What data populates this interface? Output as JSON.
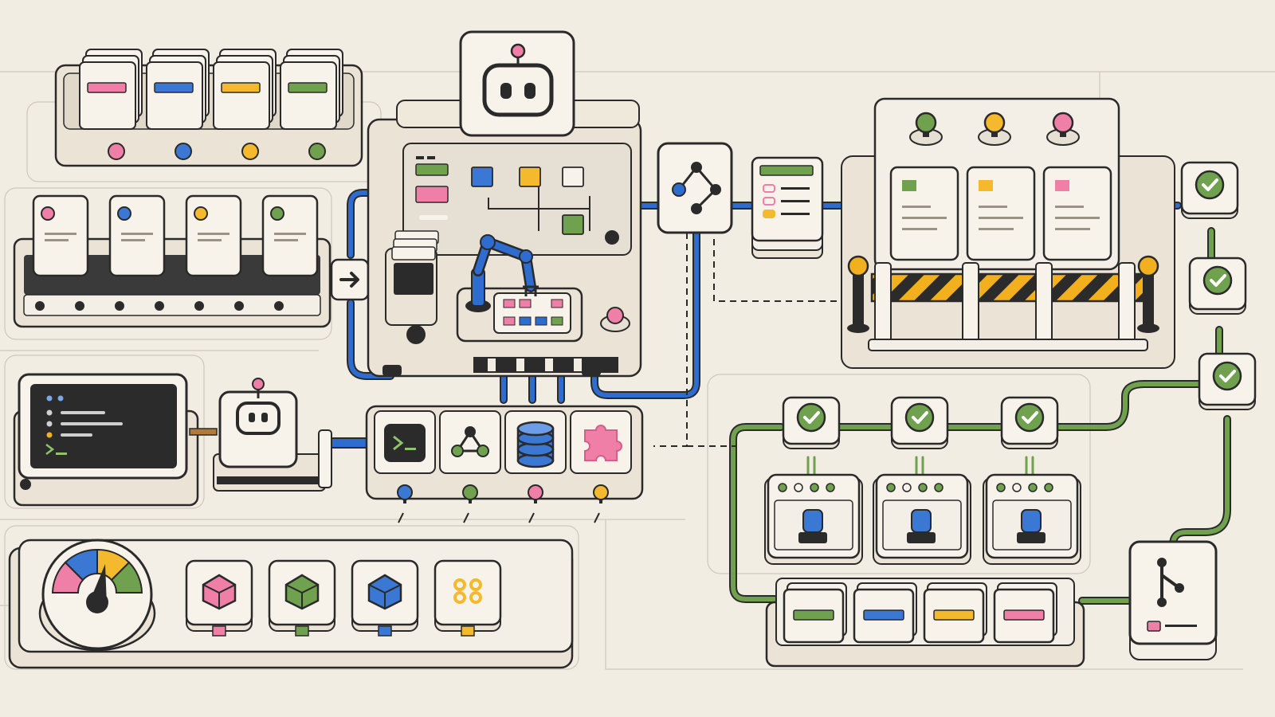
{
  "colors": {
    "background": "#f2ede3",
    "panel": "#f7f3ea",
    "outline": "#2a2a2a",
    "pink": "#ef7fa6",
    "blue": "#3a78d4",
    "yellow": "#f4b92c",
    "green": "#6fa14e",
    "dark": "#2b2b2b",
    "hazard_yellow": "#f2b01e",
    "pipe_blue": "#2f6cd0",
    "pipe_green": "#6fa14e"
  },
  "card_rack": {
    "cards": [
      {
        "color": "pink"
      },
      {
        "color": "blue"
      },
      {
        "color": "yellow"
      },
      {
        "color": "green"
      }
    ]
  },
  "conveyor": {
    "cards": [
      {
        "color": "pink"
      },
      {
        "color": "blue"
      },
      {
        "color": "yellow"
      },
      {
        "color": "green"
      }
    ],
    "exit_icon": "arrow-right-icon"
  },
  "orchestrator": {
    "head_icon": "robot-icon",
    "arm_icon": "robotic-arm-icon",
    "flow_nodes": [
      "blue",
      "yellow",
      "white",
      "green"
    ]
  },
  "branch_node": {
    "icon": "branch-graph-icon"
  },
  "task_list": {
    "rows": [
      "pink",
      "pink",
      "yellow"
    ]
  },
  "review_panel": {
    "lamps": [
      "green",
      "yellow",
      "pink"
    ],
    "docs": [
      "green",
      "yellow",
      "pink"
    ],
    "barrier": "hazard-gate-icon"
  },
  "approval_chain": {
    "checks": 3,
    "icon": "check-icon"
  },
  "terminal": {
    "icon": "terminal-screen-icon"
  },
  "agent": {
    "icon": "robot-icon"
  },
  "tools_bar": {
    "tools": [
      {
        "icon": "terminal-prompt-icon",
        "port": "blue"
      },
      {
        "icon": "graph-nodes-icon",
        "port": "green"
      },
      {
        "icon": "database-icon",
        "port": "pink"
      },
      {
        "icon": "puzzle-icon",
        "port": "yellow"
      }
    ]
  },
  "dashboard": {
    "gauge_icon": "gauge-icon",
    "modules": [
      {
        "icon": "pink-cube-icon",
        "color": "pink"
      },
      {
        "icon": "green-cube-icon",
        "color": "green"
      },
      {
        "icon": "blue-cube-icon",
        "color": "blue"
      },
      {
        "icon": "dots-grid-icon",
        "color": "yellow"
      }
    ]
  },
  "workers": {
    "checks": 3,
    "panels": 3
  },
  "output_tray": {
    "cards": [
      "green",
      "blue",
      "yellow",
      "pink"
    ]
  },
  "merge_node": {
    "icon": "git-merge-icon"
  }
}
